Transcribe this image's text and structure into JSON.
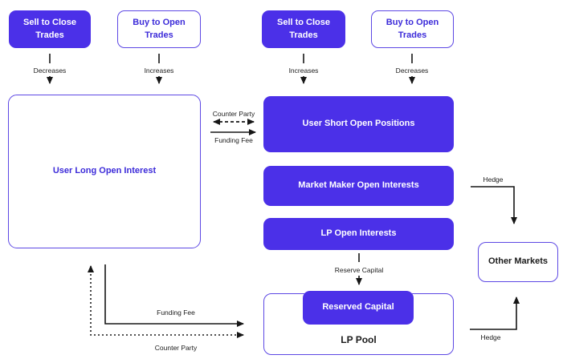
{
  "colors": {
    "accent": "#4B30E8",
    "border": "#5D48E4",
    "purple_text": "#3C2BD9",
    "arrow": "#161616",
    "background": "#FFFFFF"
  },
  "top_row": {
    "left": [
      {
        "label": "Sell to Close Trades",
        "effect": "Decreases"
      },
      {
        "label": "Buy to Open Trades",
        "effect": "Increases"
      }
    ],
    "right": [
      {
        "label": "Sell to Close Trades",
        "effect": "Increases"
      },
      {
        "label": "Buy to Open Trades",
        "effect": "Decreases"
      }
    ]
  },
  "main": {
    "user_long": "User Long Open Interest",
    "user_short": "User Short Open Positions",
    "market_maker": "Market Maker Open Interests",
    "lp_open": "LP Open Interests",
    "other_markets": "Other Markets",
    "lp_pool": "LP Pool",
    "reserved_capital": "Reserved Capital"
  },
  "flow_labels": {
    "counter_party_top": "Counter Party",
    "funding_fee_top": "Funding Fee",
    "hedge_top": "Hedge",
    "reserve_capital": "Reserve Capital",
    "hedge_bottom": "Hedge",
    "funding_fee_bottom": "Funding Fee",
    "counter_party_bottom": "Counter Party"
  }
}
